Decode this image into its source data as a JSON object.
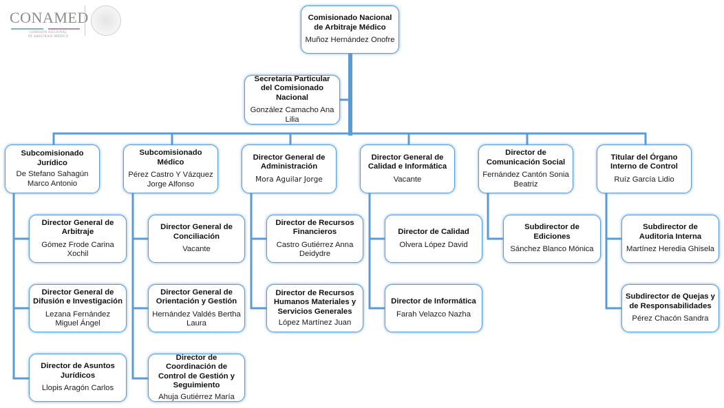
{
  "logo": {
    "name": "CONAMED",
    "subtitle_line1": "COMISIÓN NACIONAL",
    "subtitle_line2": "DE ARBITRAJE MÉDICO",
    "seal_icon": "mexico-coat-of-arms-icon",
    "accent_green": "#7fb8a8",
    "accent_purple": "#b78aa5"
  },
  "colors": {
    "connector": "#5b9bd5",
    "box_border": "#5b9bd5"
  },
  "root": {
    "title": "Comisionado Nacional de Arbitraje Médico",
    "name": "Muñoz Hernández Onofre"
  },
  "assistant": {
    "title": "Secretaria Particular del Comisionado Nacional",
    "name": "González Camacho Ana Lilia"
  },
  "branches": [
    {
      "title": "Subcomisionado Jurídico",
      "name": "De Stefano Sahagún Marco Antonio",
      "children": [
        {
          "title": "Director General de Arbitraje",
          "name": "Gómez Frode Carina Xochil"
        },
        {
          "title": "Director General de Difusión e Investigación",
          "name": "Lezana Fernández Miguel Ángel"
        },
        {
          "title": "Director de Asuntos Jurídicos",
          "name": "Llopis Aragón Carlos"
        }
      ]
    },
    {
      "title": "Subcomisionado Médico",
      "name": "Pérez Castro Y Vázquez Jorge Alfonso",
      "children": [
        {
          "title": "Director General de Conciliación",
          "name": "Vacante"
        },
        {
          "title": "Director General de Orientación y Gestión",
          "name": "Hernández Valdés Bertha Laura"
        },
        {
          "title": "Director de Coordinación de Control de Gestión y Seguimiento",
          "name": "Ahuja Gutiérrez María"
        }
      ]
    },
    {
      "title": "Director General de Administración",
      "name": "Mora Aguilar Jorge",
      "children": [
        {
          "title": "Director de Recursos Financieros",
          "name": "Castro Gutiérrez Anna Deidydre"
        },
        {
          "title": "Director de Recursos Humanos Materiales y Servicios Generales",
          "name": "López Martínez Juan"
        }
      ]
    },
    {
      "title": "Director General de Calidad e Informática",
      "name": "Vacante",
      "children": [
        {
          "title": "Director de Calidad",
          "name": "Olvera López David"
        },
        {
          "title": "Director de Informática",
          "name": "Farah Velazco Nazha"
        }
      ]
    },
    {
      "title": "Director de Comunicación Social",
      "name": "Fernández Cantón Sonia Beatriz",
      "children": [
        {
          "title": "Subdirector de Ediciones",
          "name": "Sánchez Blanco Mónica"
        }
      ]
    },
    {
      "title": "Titular del Órgano Interno de Control",
      "name": "Ruíz García Lidio",
      "children": [
        {
          "title": "Subdirector de Auditoria Interna",
          "name": "Martínez Heredia Ghisela"
        },
        {
          "title": "Subdirector de Quejas y de Responsabilidades",
          "name": "Pérez Chacón Sandra"
        }
      ]
    }
  ]
}
